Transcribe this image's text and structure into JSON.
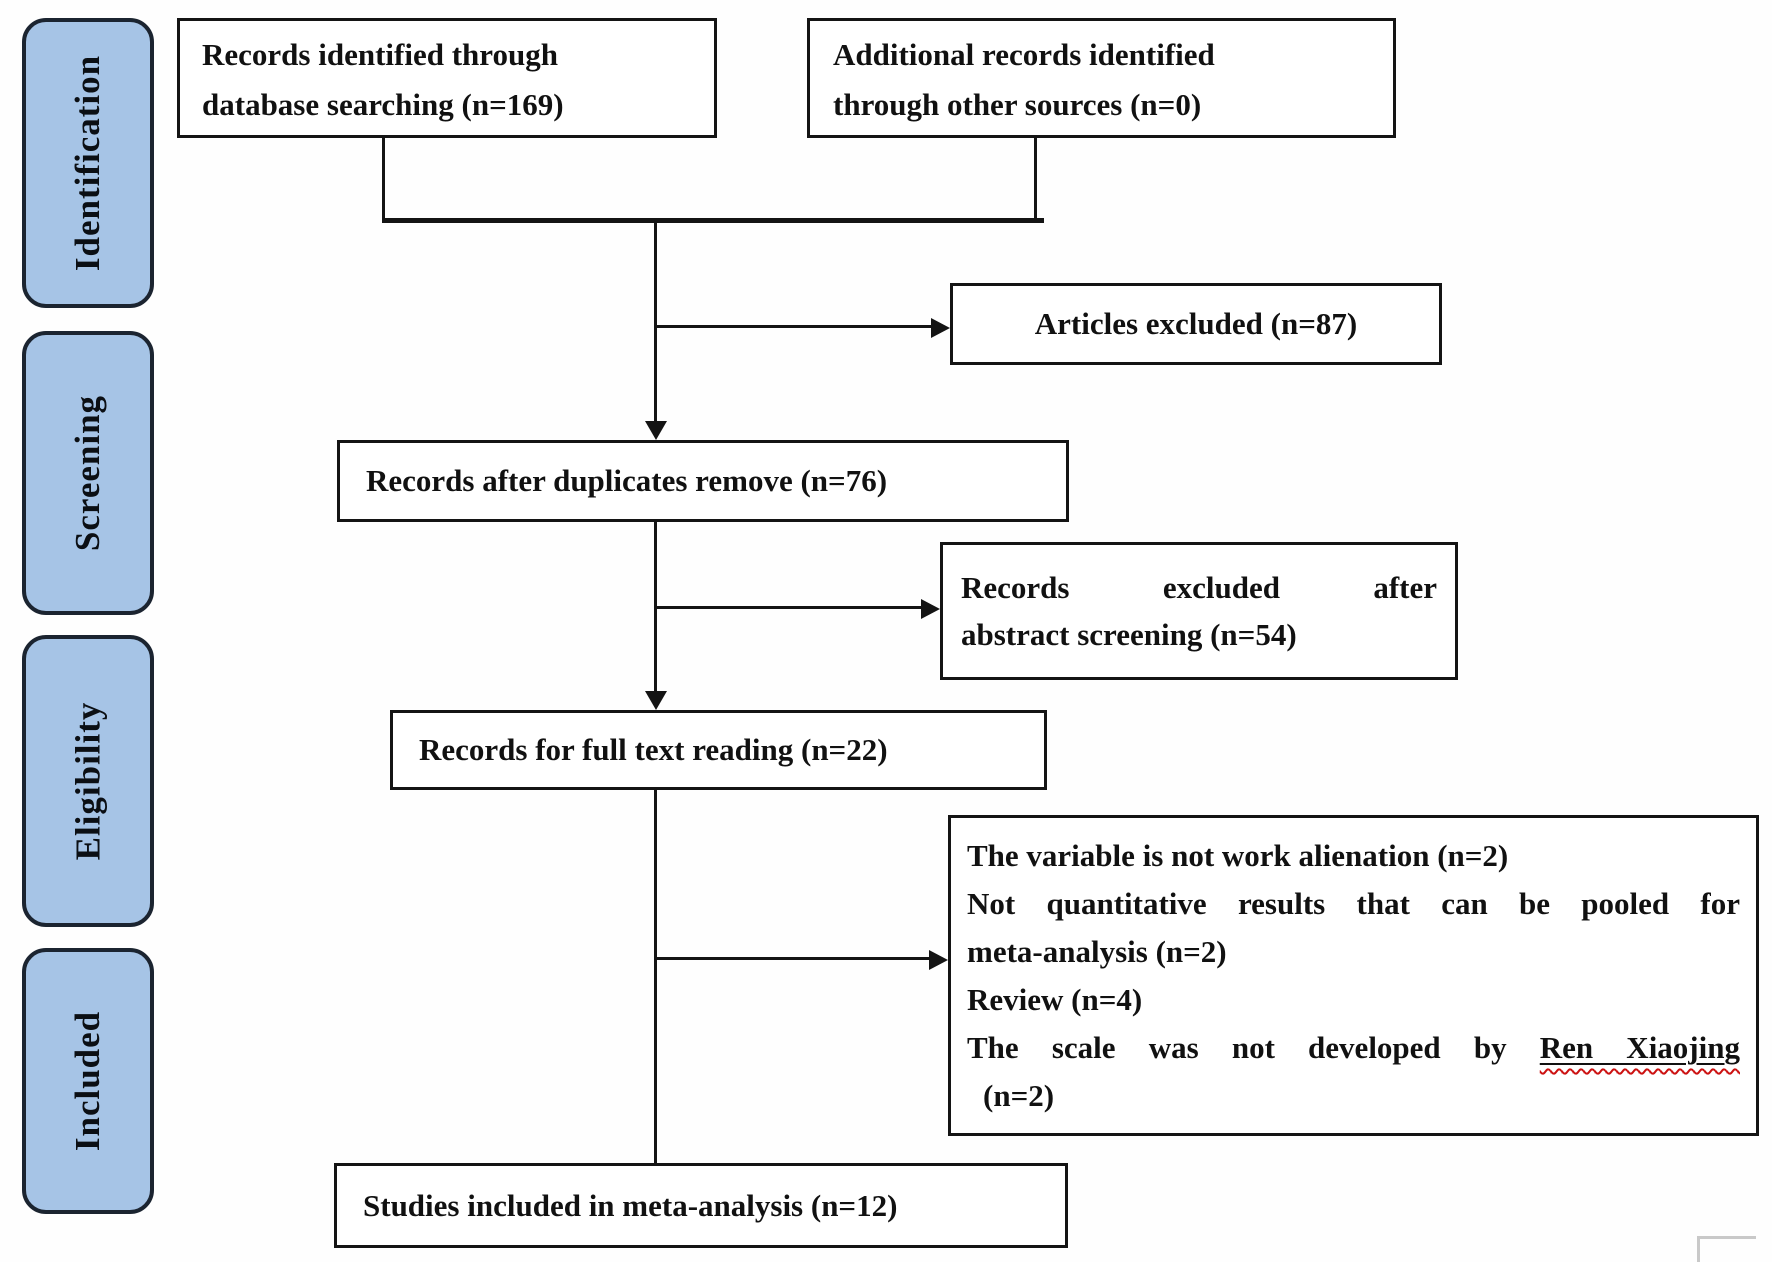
{
  "sidebar": {
    "fill_color": "#a6c4e6",
    "border_color": "#1b2430",
    "stages": [
      {
        "label": "Identification"
      },
      {
        "label": "Screening"
      },
      {
        "label": "Eligibility"
      },
      {
        "label": "Included"
      }
    ]
  },
  "flow": {
    "records_db": {
      "line1": "Records identified through",
      "line2": "database searching（n=169）"
    },
    "additional_records": {
      "line1": "Additional records identified",
      "line2": "through other sources（n=0）"
    },
    "articles_excluded": {
      "text": "Articles excluded（n=87）"
    },
    "after_duplicates": {
      "text": "Records after duplicates remove（n=76）"
    },
    "abstract_excluded": {
      "line1": "Records excluded after",
      "line2": "abstract screening（n=54）"
    },
    "full_text": {
      "text": "Records for full text reading（n=22）"
    },
    "exclusion_reasons": {
      "line1": "The variable is not work alienation（n=2）",
      "line2": "Not quantitative results that can be pooled for",
      "line3": "meta-analysis（n=2）",
      "line4": "Review（n=4）",
      "line5_prefix": "The scale was not developed by ",
      "line5_name": "Ren Xiaojing",
      "line6": "（n=2）"
    },
    "included_studies": {
      "text": "Studies included in meta-analysis（n=12）"
    }
  }
}
